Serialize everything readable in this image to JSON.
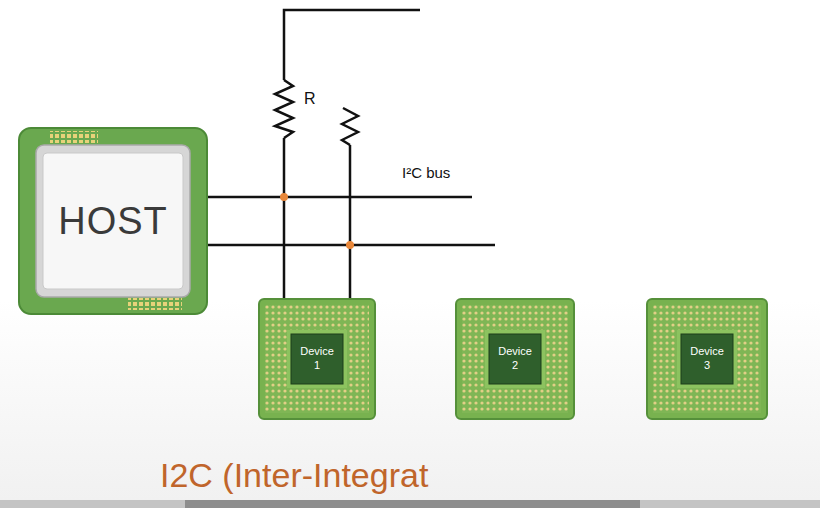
{
  "diagram": {
    "nodes": [
      {
        "text": [
          "HOST"
        ]
      },
      {
        "text": [
          "Device 1"
        ]
      },
      {
        "text": [
          "Device 2"
        ]
      },
      {
        "text": [
          "Device 3"
        ]
      }
    ],
    "edges": [
      {
        "from": 0,
        "to": 1,
        "arrow": "none"
      },
      {
        "from": 0,
        "to": 1,
        "arrow": "none"
      }
    ],
    "labels": [
      "R",
      "I²C bus",
      "I2C (Inter-Integrat"
    ]
  }
}
